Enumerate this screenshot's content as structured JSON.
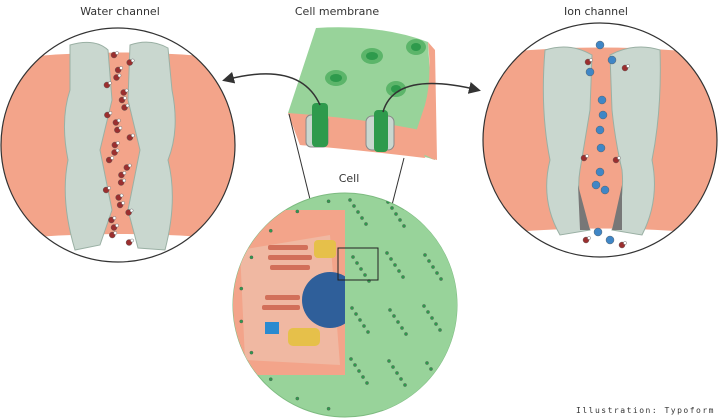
{
  "labels": {
    "water_channel": "Water channel",
    "cell_membrane": "Cell membrane",
    "cell": "Cell",
    "ion_channel": "Ion channel"
  },
  "credit": "Illustration: Typoform",
  "colors": {
    "membrane": "#f3a48a",
    "cytoplasm": "#98d39a",
    "protein": "#c9d7cf",
    "protein_core": "#2e9a4c",
    "ion": "#3f86c6",
    "water_oxygen": "#9b2f2f",
    "nucleus": "#2f5f9a"
  }
}
